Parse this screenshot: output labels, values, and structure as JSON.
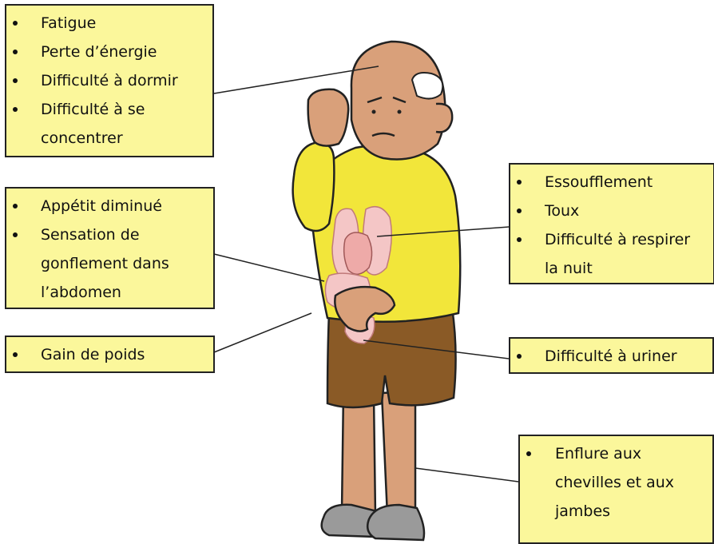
{
  "callouts": {
    "head": [
      "Fatigue",
      "Perte d’énergie",
      "Difficulté à dormir",
      "Difficulté à se concentrer"
    ],
    "abdomen": [
      "Appétit diminué",
      "Sensation de gonflement dans l’abdomen"
    ],
    "weight": [
      "Gain de poids"
    ],
    "lungs": [
      "Essoufflement",
      "Toux",
      "Difficulté à respirer la nuit"
    ],
    "bladder": [
      "Difficulté à uriner"
    ],
    "legs": [
      "Enflure aux chevilles et aux jambes"
    ]
  },
  "colors": {
    "box_fill": "#fbf79b",
    "shirt": "#f2e63a",
    "shorts": "#8a5a26",
    "skin": "#d9a07a",
    "shoes": "#9a9a9a",
    "organs": "#f4c6c6"
  }
}
